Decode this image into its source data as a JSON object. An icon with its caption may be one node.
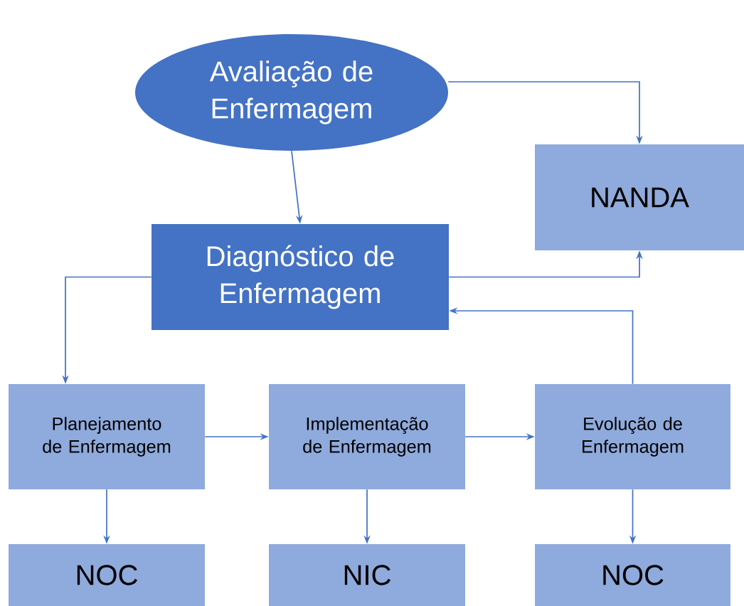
{
  "diagram": {
    "nodes": [
      {
        "text": [
          "Avaliação de Enfermagem"
        ]
      },
      {
        "text": [
          "NANDA"
        ]
      },
      {
        "text": [
          "Diagnóstico de Enfermagem"
        ]
      },
      {
        "text": [
          "Planejamento de Enfermagem"
        ]
      },
      {
        "text": [
          "Implementação de Enfermagem"
        ]
      },
      {
        "text": [
          "Evolução de Enfermagem"
        ]
      },
      {
        "text": [
          "NOC"
        ]
      },
      {
        "text": [
          "NIC"
        ]
      },
      {
        "text": [
          "NOC"
        ]
      }
    ],
    "edges": [
      {
        "from": 0,
        "to": 1,
        "arrow": "to"
      },
      {
        "from": 0,
        "to": 2,
        "arrow": "to"
      },
      {
        "from": 2,
        "to": 1,
        "arrow": "to"
      },
      {
        "from": 2,
        "to": 3,
        "arrow": "to"
      },
      {
        "from": 3,
        "to": 4,
        "arrow": "to"
      },
      {
        "from": 4,
        "to": 5,
        "arrow": "to"
      },
      {
        "from": 5,
        "to": 2,
        "arrow": "to"
      },
      {
        "from": 3,
        "to": 6,
        "arrow": "to"
      },
      {
        "from": 4,
        "to": 7,
        "arrow": "to"
      },
      {
        "from": 5,
        "to": 8,
        "arrow": "to"
      }
    ]
  }
}
